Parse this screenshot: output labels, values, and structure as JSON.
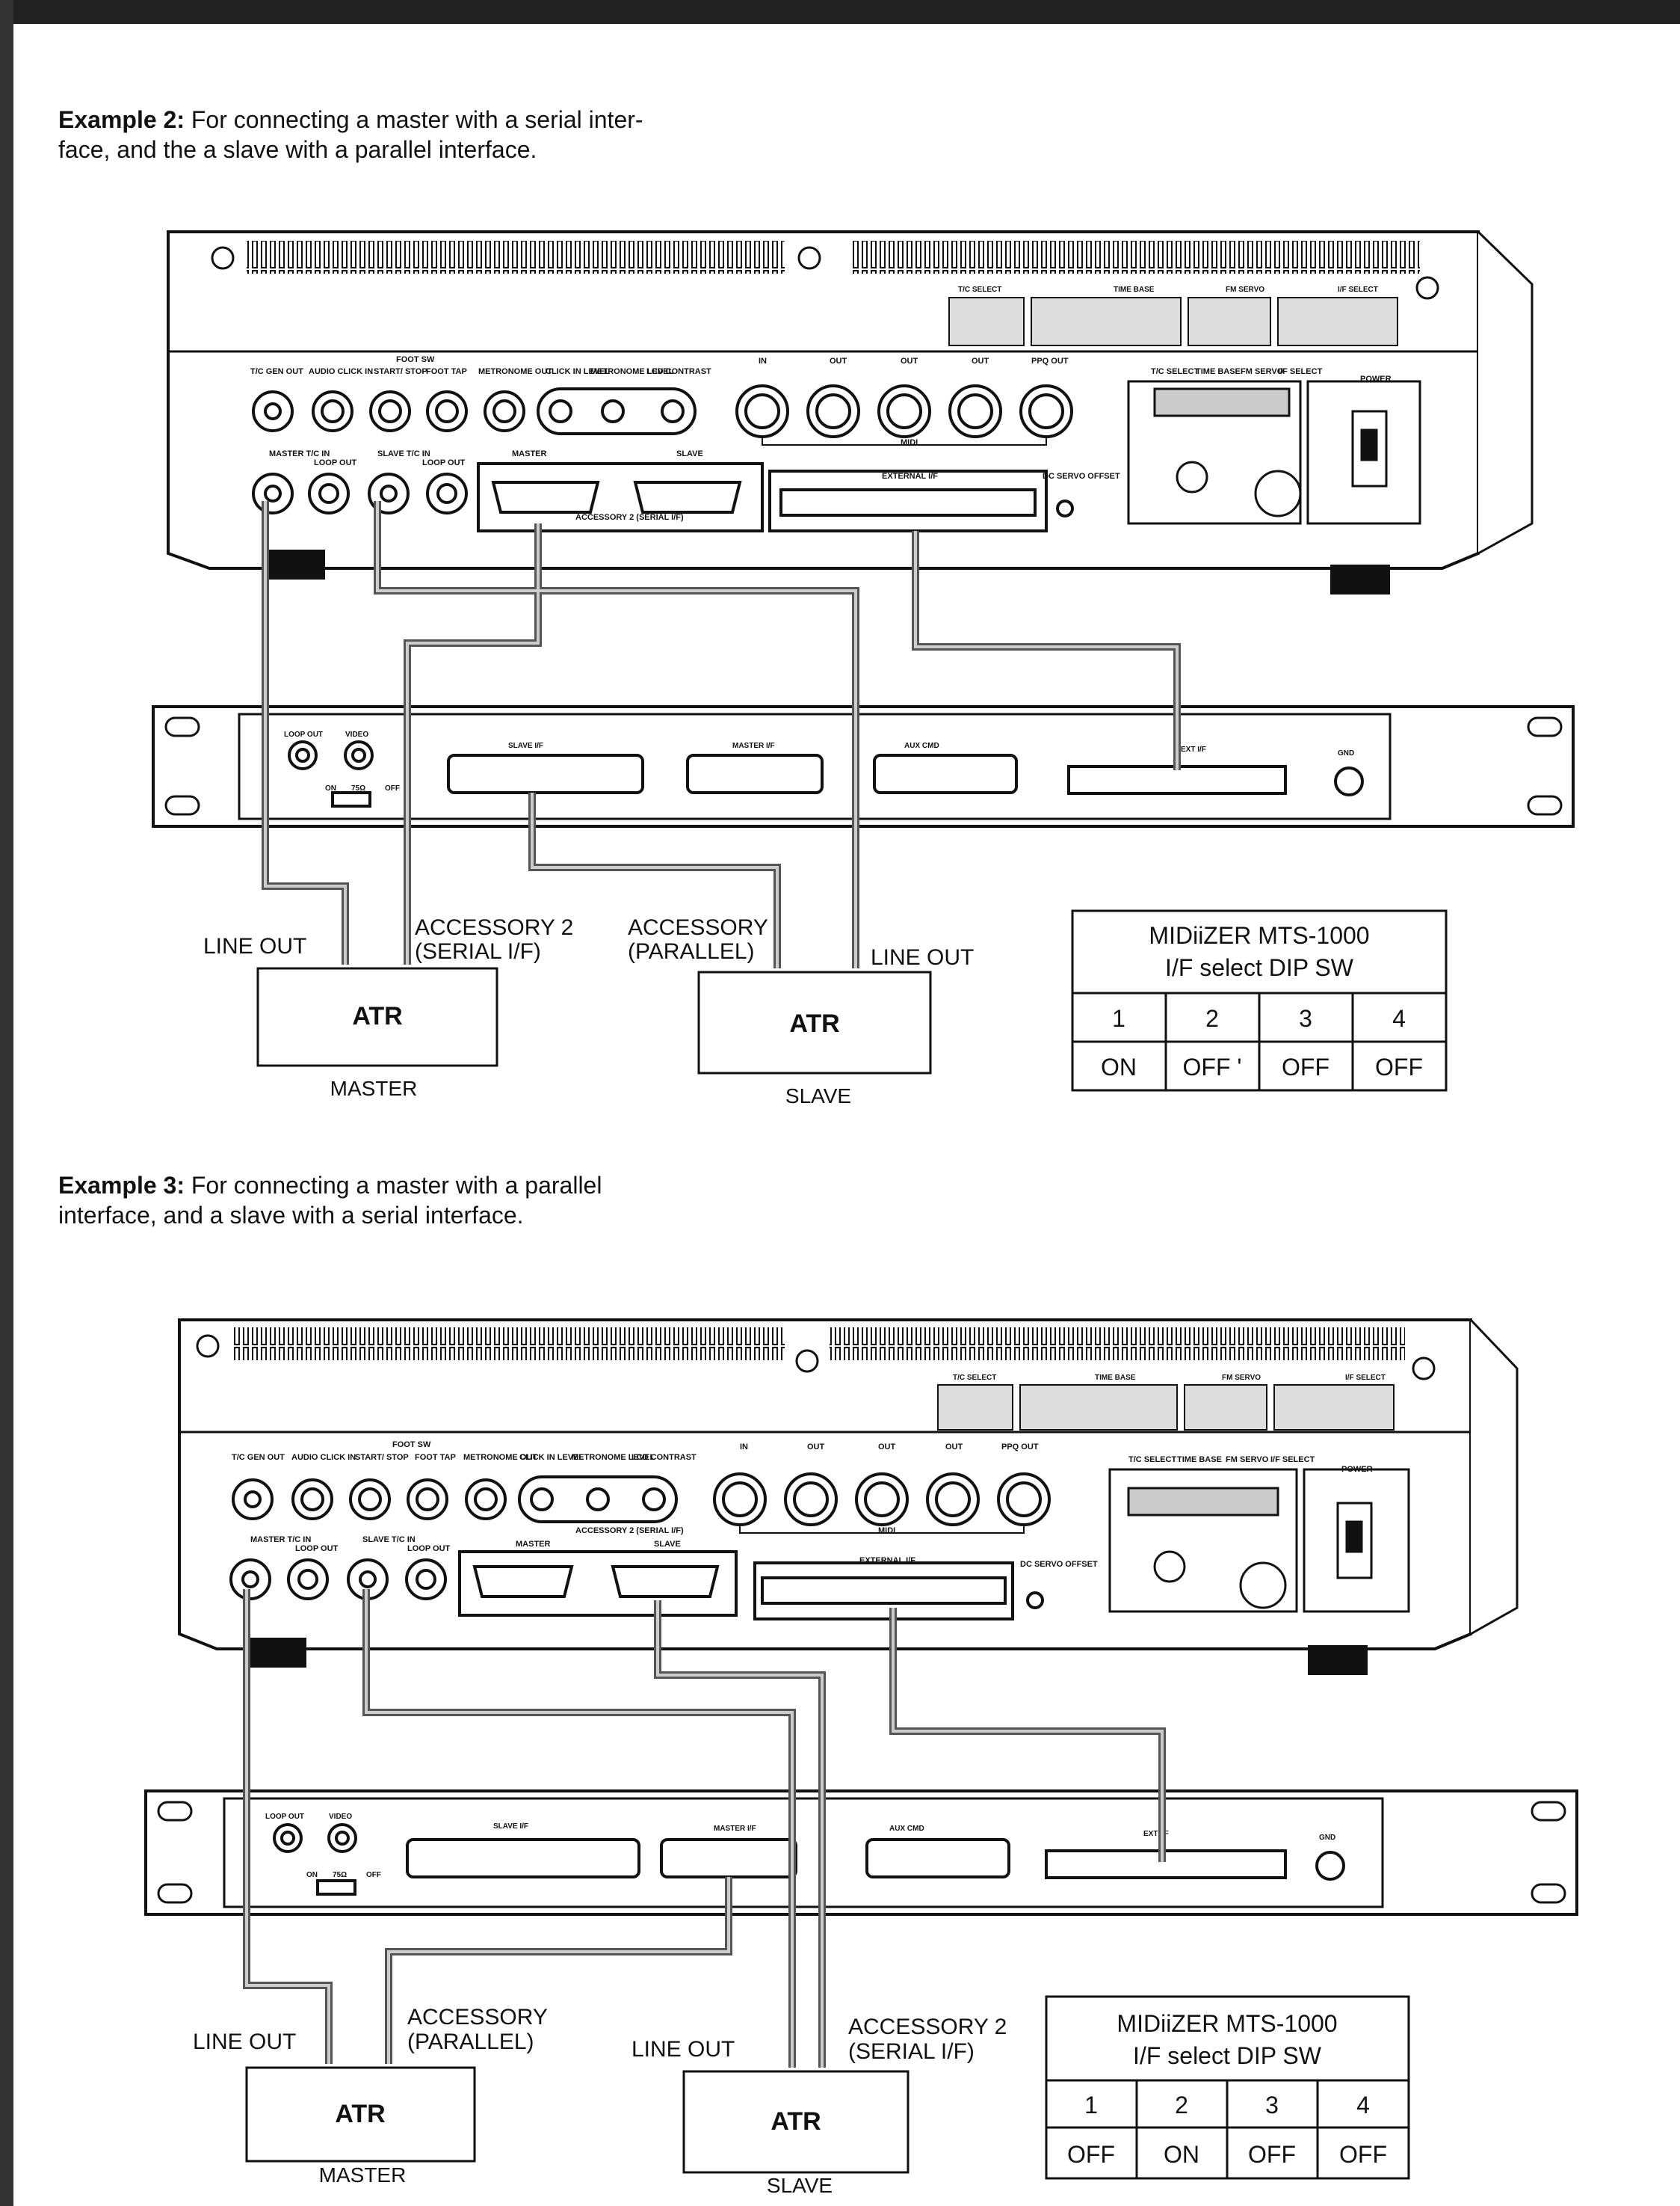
{
  "examples": [
    {
      "heading_bold": "Example 2:",
      "heading_line1": "For connecting a master with a serial inter-",
      "heading_line2": "face, and the a slave with a parallel interface.",
      "labels": {
        "left_line_out": "LINE OUT",
        "left_accessory_1": "ACCESSORY 2",
        "left_accessory_2": "(SERIAL I/F)",
        "right_accessory_1": "ACCESSORY",
        "right_accessory_2": "(PARALLEL)",
        "right_line_out": "LINE OUT",
        "atr_master": "ATR",
        "atr_slave": "ATR",
        "master_caption": "MASTER",
        "slave_caption": "SLAVE"
      },
      "dip_table": {
        "title1": "MIDiiZER MTS-1000",
        "title2": "I/F select DIP SW",
        "headers": [
          "1",
          "2",
          "3",
          "4"
        ],
        "values": [
          "ON",
          "OFF '",
          "OFF",
          "OFF"
        ]
      }
    },
    {
      "heading_bold": "Example 3:",
      "heading_line1": "For connecting a master with a parallel",
      "heading_line2": "interface, and a slave with a serial interface.",
      "labels": {
        "left_line_out": "LINE OUT",
        "left_accessory_1": "ACCESSORY",
        "left_accessory_2": "(PARALLEL)",
        "right_line_out": "LINE OUT",
        "right_accessory_1": "ACCESSORY 2",
        "right_accessory_2": "(SERIAL I/F)",
        "atr_master": "ATR",
        "atr_slave": "ATR",
        "master_caption": "MASTER",
        "slave_caption": "SLAVE"
      },
      "dip_table": {
        "title1": "MIDiiZER MTS-1000",
        "title2": "I/F select DIP SW",
        "headers": [
          "1",
          "2",
          "3",
          "4"
        ],
        "values": [
          "OFF",
          "ON",
          "OFF",
          "OFF"
        ]
      }
    }
  ],
  "device_labels": {
    "tc_gen_out": "T/C GEN OUT",
    "audio_click_in": "AUDIO CLICK IN",
    "foot_sw": "FOOT SW",
    "start_stop": "START/ STOP",
    "foot_tap": "FOOT TAP",
    "metronome_out": "METRONOME OUT",
    "click_in_level": "CLICK IN LEVEL",
    "metronome_level": "METRONOME LEVEL",
    "lcd_contrast": "LCD CONTRAST",
    "midi_in": "IN",
    "midi_out1": "OUT",
    "midi_out2": "OUT",
    "midi_out3": "OUT",
    "ppq_out": "PPQ OUT",
    "midi": "MIDI",
    "master_tc_in": "MASTER T/C IN",
    "loop_out": "LOOP OUT",
    "slave_tc_in": "SLAVE T/C IN",
    "loop_out2": "LOOP OUT",
    "accessory_2": "ACCESSORY 2 (SERIAL I/F)",
    "acc_master": "MASTER",
    "acc_slave": "SLAVE",
    "external_if": "EXTERNAL I/F",
    "dc_servo_offset": "DC SERVO OFFSET",
    "tc_select": "T/C SELECT",
    "time_base": "TIME BASE",
    "fm_servo": "FM SERVO",
    "if_select": "I/F SELECT",
    "power": "POWER",
    "tc_select_dip": "T/C SELECT",
    "time_base_dip": "TIME BASE",
    "fm_servo_dip": "FM SERVO",
    "if_select_dip": "I/F SELECT"
  },
  "interface_labels": {
    "loop_out": "LOOP OUT",
    "video": "VIDEO",
    "on": "ON",
    "ohm": "75Ω",
    "off": "OFF",
    "slave_if": "SLAVE I/F",
    "master_if": "MASTER I/F",
    "aux_cmd": "AUX CMD",
    "ext_if": "EXT I/F",
    "gnd": "GND"
  }
}
